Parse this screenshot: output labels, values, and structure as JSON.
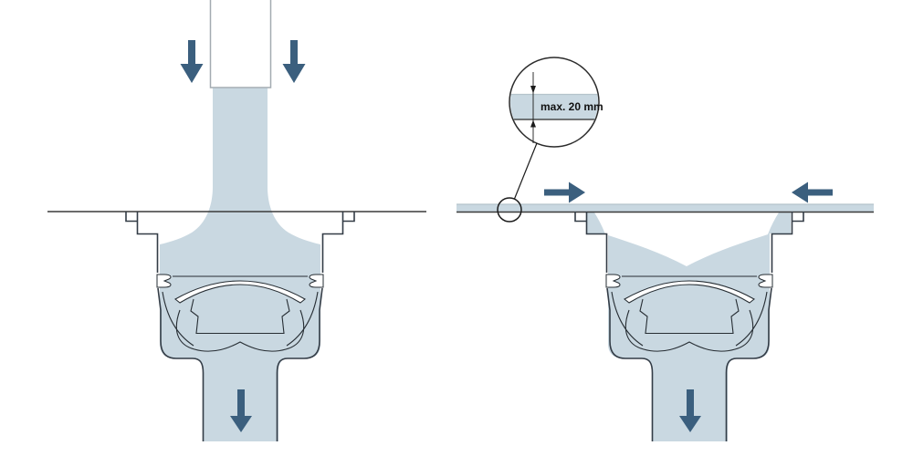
{
  "callout": {
    "label": "max. 20 mm"
  },
  "colors": {
    "water": "#c9d8e1",
    "arrow": "#3b5f7e",
    "outline": "#333c46",
    "detail": "#262d33",
    "floor_line": "#3a3a3a",
    "pipe_stroke": "#a3abb1",
    "band_edge": "#b5c3cb",
    "background": "#ffffff",
    "label_ink": "#111111"
  },
  "icons": {
    "left_diagram": [
      "down-arrow",
      "down-arrow",
      "down-arrow"
    ],
    "right_diagram": [
      "right-arrow",
      "left-arrow",
      "down-arrow"
    ],
    "callout": [
      "magnifier-circle",
      "dimension-arrow-down",
      "dimension-arrow-up"
    ]
  }
}
